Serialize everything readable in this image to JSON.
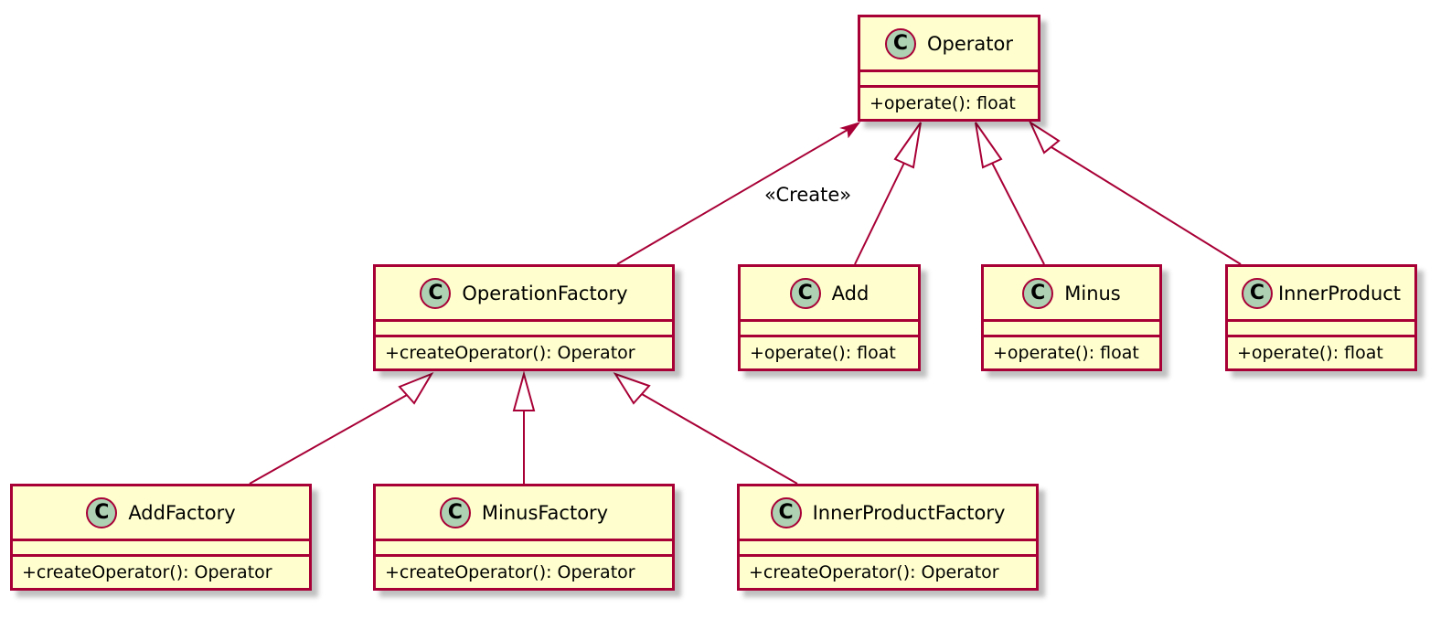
{
  "classes": {
    "operator": {
      "name": "Operator",
      "badge": "C",
      "method": "+operate(): float"
    },
    "operation_factory": {
      "name": "OperationFactory",
      "badge": "C",
      "method": "+createOperator(): Operator"
    },
    "add": {
      "name": "Add",
      "badge": "C",
      "method": "+operate(): float"
    },
    "minus": {
      "name": "Minus",
      "badge": "C",
      "method": "+operate(): float"
    },
    "inner_product": {
      "name": "InnerProduct",
      "badge": "C",
      "method": "+operate(): float"
    },
    "add_factory": {
      "name": "AddFactory",
      "badge": "C",
      "method": "+createOperator(): Operator"
    },
    "minus_factory": {
      "name": "MinusFactory",
      "badge": "C",
      "method": "+createOperator(): Operator"
    },
    "inner_product_factory": {
      "name": "InnerProductFactory",
      "badge": "C",
      "method": "+createOperator(): Operator"
    }
  },
  "relations": {
    "create_label": "«Create»"
  },
  "colors": {
    "border": "#A80036",
    "fill": "#FEFECE",
    "badge": "#ADD1B2"
  }
}
